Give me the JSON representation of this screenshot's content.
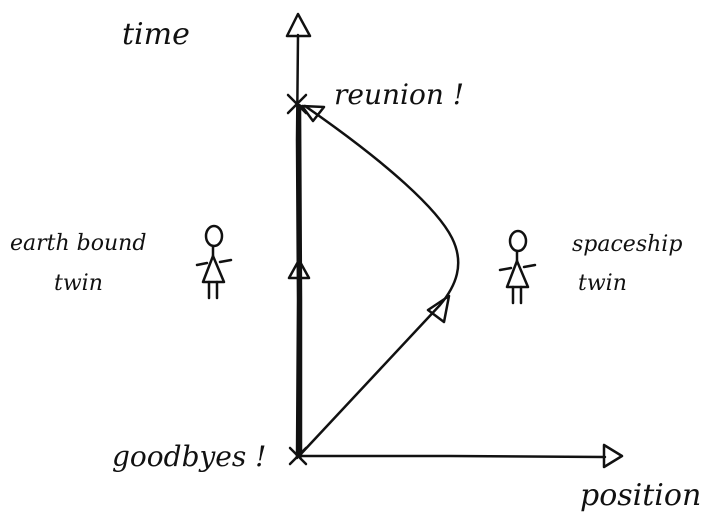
{
  "labels": {
    "time_axis": "time",
    "position_axis": "position",
    "reunion": "reunion !",
    "goodbyes": "goodbyes !",
    "earth_twin_line1": "earth bound",
    "earth_twin_line2": "twin",
    "spaceship_twin_line1": "spaceship",
    "spaceship_twin_line2": "twin"
  },
  "colors": {
    "ink": "#111111",
    "background": "#ffffff"
  }
}
